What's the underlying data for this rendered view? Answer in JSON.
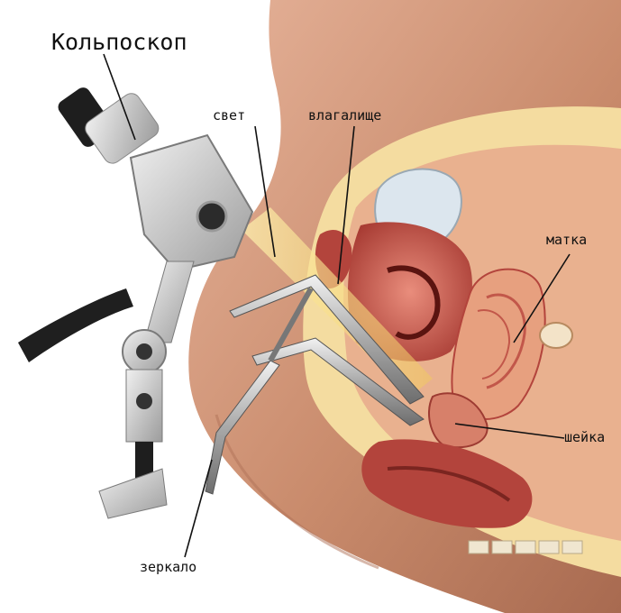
{
  "labels": {
    "colposcope": "Кольпоскоп",
    "light": "свет",
    "vagina": "влагалище",
    "uterus": "матка",
    "cervix": "шейка",
    "speculum": "зеркало"
  },
  "colors": {
    "skin": "#c98b6c",
    "tissue_pink": "#e7a07f",
    "muscle_red": "#b3443c",
    "fat_yellow": "#f4dca0",
    "device_gray": "#bdbdbd",
    "light_beam": "#f6d77a"
  }
}
